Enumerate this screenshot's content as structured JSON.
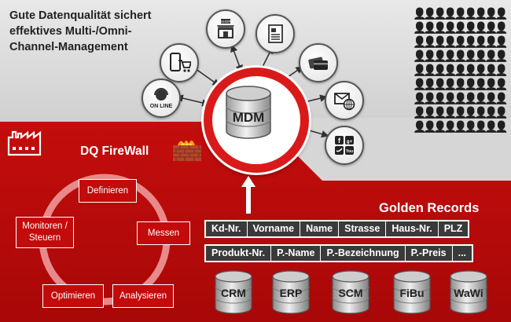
{
  "headline": {
    "line1": "Gute Datenqualität sichert",
    "line2": "effektives Multi-/Omni-",
    "line3": "Channel-Management"
  },
  "channels": [
    {
      "icon": "online-headset-icon",
      "text": "ON LINE"
    },
    {
      "icon": "smartphone-cart-icon"
    },
    {
      "icon": "shop-icon",
      "text": "SHOP"
    },
    {
      "icon": "catalog-icon"
    },
    {
      "icon": "credit-cards-icon"
    },
    {
      "icon": "email-web-icon"
    },
    {
      "icon": "social-media-icon"
    }
  ],
  "mdm": {
    "label": "MDM"
  },
  "firewall": {
    "label": "DQ FireWall"
  },
  "golden_records": {
    "title": "Golden Records",
    "customer_fields": [
      "Kd-Nr.",
      "Vorname",
      "Name",
      "Strasse",
      "Haus-Nr.",
      "PLZ"
    ],
    "product_fields": [
      "Produkt-Nr.",
      "P.-Name",
      "P.-Bezeichnung",
      "P.-Preis",
      "..."
    ]
  },
  "systems": [
    "CRM",
    "ERP",
    "SCM",
    "FiBu",
    "WaWi"
  ],
  "cycle": {
    "steps": [
      "Definieren",
      "Messen",
      "Analysieren",
      "Optimieren",
      "Monitoren / Steuern"
    ]
  },
  "colors": {
    "red": "#c40d0d",
    "dark": "#3a3a3a",
    "gray": "#d6d6d6"
  }
}
